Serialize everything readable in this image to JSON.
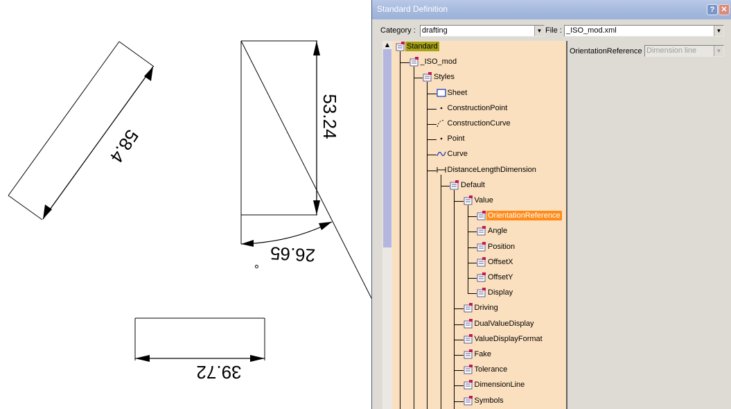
{
  "drawing": {
    "dim_angled": "58.4",
    "dim_vertical": "53.24",
    "dim_angle": "26.65",
    "dim_angle_degree": "°",
    "dim_horizontal": "39.72"
  },
  "dialog": {
    "title": "Standard Definition",
    "help": "?",
    "close": "✕",
    "category_label": "Category :",
    "category_value": "drafting",
    "file_label": "File :",
    "file_value": "_ISO_mod.xml",
    "property_label": "OrientationReference",
    "property_value": "Dimension line"
  },
  "tree": [
    {
      "label": "Standard",
      "depth": 0,
      "icon": "folder-icon",
      "state": "root"
    },
    {
      "label": "_ISO_mod",
      "depth": 1,
      "icon": "folder-icon"
    },
    {
      "label": "Styles",
      "depth": 2,
      "icon": "folder-icon"
    },
    {
      "label": "Sheet",
      "depth": 3,
      "icon": "sheet-icon"
    },
    {
      "label": "ConstructionPoint",
      "depth": 3,
      "icon": "dot-icon"
    },
    {
      "label": "ConstructionCurve",
      "depth": 3,
      "icon": "dashed-curve-icon"
    },
    {
      "label": "Point",
      "depth": 3,
      "icon": "dot-icon"
    },
    {
      "label": "Curve",
      "depth": 3,
      "icon": "curve-icon"
    },
    {
      "label": "DistanceLengthDimension",
      "depth": 3,
      "icon": "dimension-icon"
    },
    {
      "label": "Default",
      "depth": 4,
      "icon": "folder-icon"
    },
    {
      "label": "Value",
      "depth": 5,
      "icon": "folder-icon"
    },
    {
      "label": "OrientationReference",
      "depth": 6,
      "icon": "folder-icon",
      "state": "selected"
    },
    {
      "label": "Angle",
      "depth": 6,
      "icon": "folder-icon"
    },
    {
      "label": "Position",
      "depth": 6,
      "icon": "folder-icon"
    },
    {
      "label": "OffsetX",
      "depth": 6,
      "icon": "folder-icon"
    },
    {
      "label": "OffsetY",
      "depth": 6,
      "icon": "folder-icon"
    },
    {
      "label": "Display",
      "depth": 6,
      "icon": "folder-icon"
    },
    {
      "label": "Driving",
      "depth": 5,
      "icon": "folder-icon"
    },
    {
      "label": "DualValueDisplay",
      "depth": 5,
      "icon": "folder-icon"
    },
    {
      "label": "ValueDisplayFormat",
      "depth": 5,
      "icon": "folder-icon"
    },
    {
      "label": "Fake",
      "depth": 5,
      "icon": "folder-icon"
    },
    {
      "label": "Tolerance",
      "depth": 5,
      "icon": "folder-icon"
    },
    {
      "label": "DimensionLine",
      "depth": 5,
      "icon": "folder-icon"
    },
    {
      "label": "Symbols",
      "depth": 5,
      "icon": "folder-icon"
    }
  ],
  "colors": {
    "tree_background": "#fbe0bf",
    "selection": "#ff8c1a",
    "root_highlight": "#a7a21a",
    "titlebar": "#a7bbdf"
  }
}
